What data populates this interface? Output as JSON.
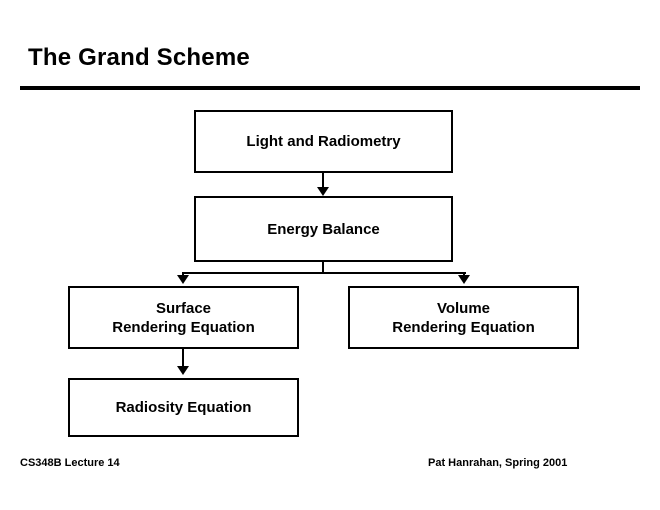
{
  "slide": {
    "title": "The Grand Scheme",
    "background_color": "#ffffff",
    "text_color": "#000000"
  },
  "diagram": {
    "type": "flowchart",
    "nodes": [
      {
        "id": "light",
        "lines": [
          "Light and Radiometry"
        ]
      },
      {
        "id": "energy",
        "lines": [
          "Energy Balance"
        ]
      },
      {
        "id": "surface",
        "lines": [
          "Surface",
          "Rendering Equation"
        ]
      },
      {
        "id": "volume",
        "lines": [
          "Volume",
          "Rendering Equation"
        ]
      },
      {
        "id": "radiosity",
        "lines": [
          "Radiosity Equation"
        ]
      }
    ],
    "edges": [
      {
        "from": "light",
        "to": "energy"
      },
      {
        "from": "energy",
        "to": "surface"
      },
      {
        "from": "energy",
        "to": "volume"
      },
      {
        "from": "surface",
        "to": "radiosity"
      }
    ]
  },
  "footer": {
    "left": "CS348B Lecture 14",
    "right": "Pat Hanrahan, Spring 2001"
  }
}
